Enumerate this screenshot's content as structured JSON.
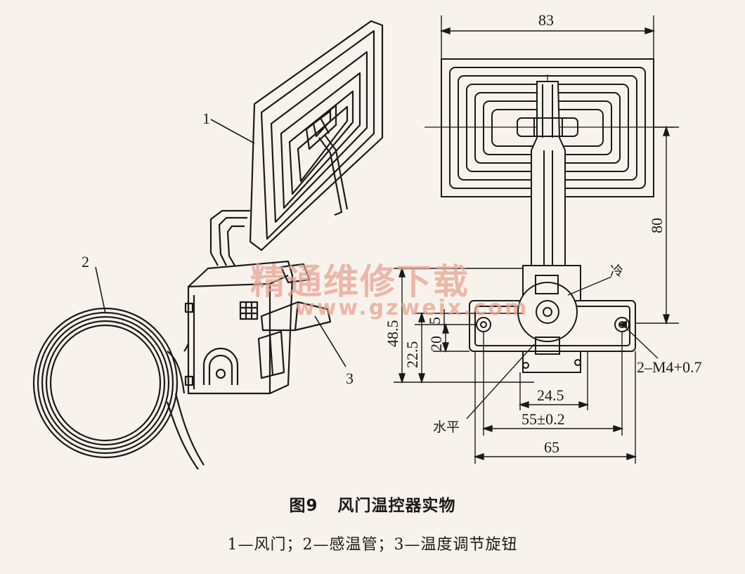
{
  "figure": {
    "number": "图9",
    "title": "风门温控器实物",
    "legend": "1—风门；2—感温管；3—温度调节旋钮"
  },
  "callouts": {
    "damper": "1",
    "capillary": "2",
    "knob": "3"
  },
  "dimensions": {
    "width_top": "83",
    "height_right": "80",
    "left_48_5": "48.5",
    "left_22_5": "22.5",
    "left_5": "5",
    "left_20": "20",
    "bottom_24_5": "24.5",
    "bottom_55": "55±0.2",
    "bottom_65": "65",
    "holes": "2–M4+0.7"
  },
  "labels": {
    "cold": "冷",
    "level": "水平"
  },
  "watermark": {
    "text": "精通维修下载",
    "url": "www.gzweix.com"
  }
}
